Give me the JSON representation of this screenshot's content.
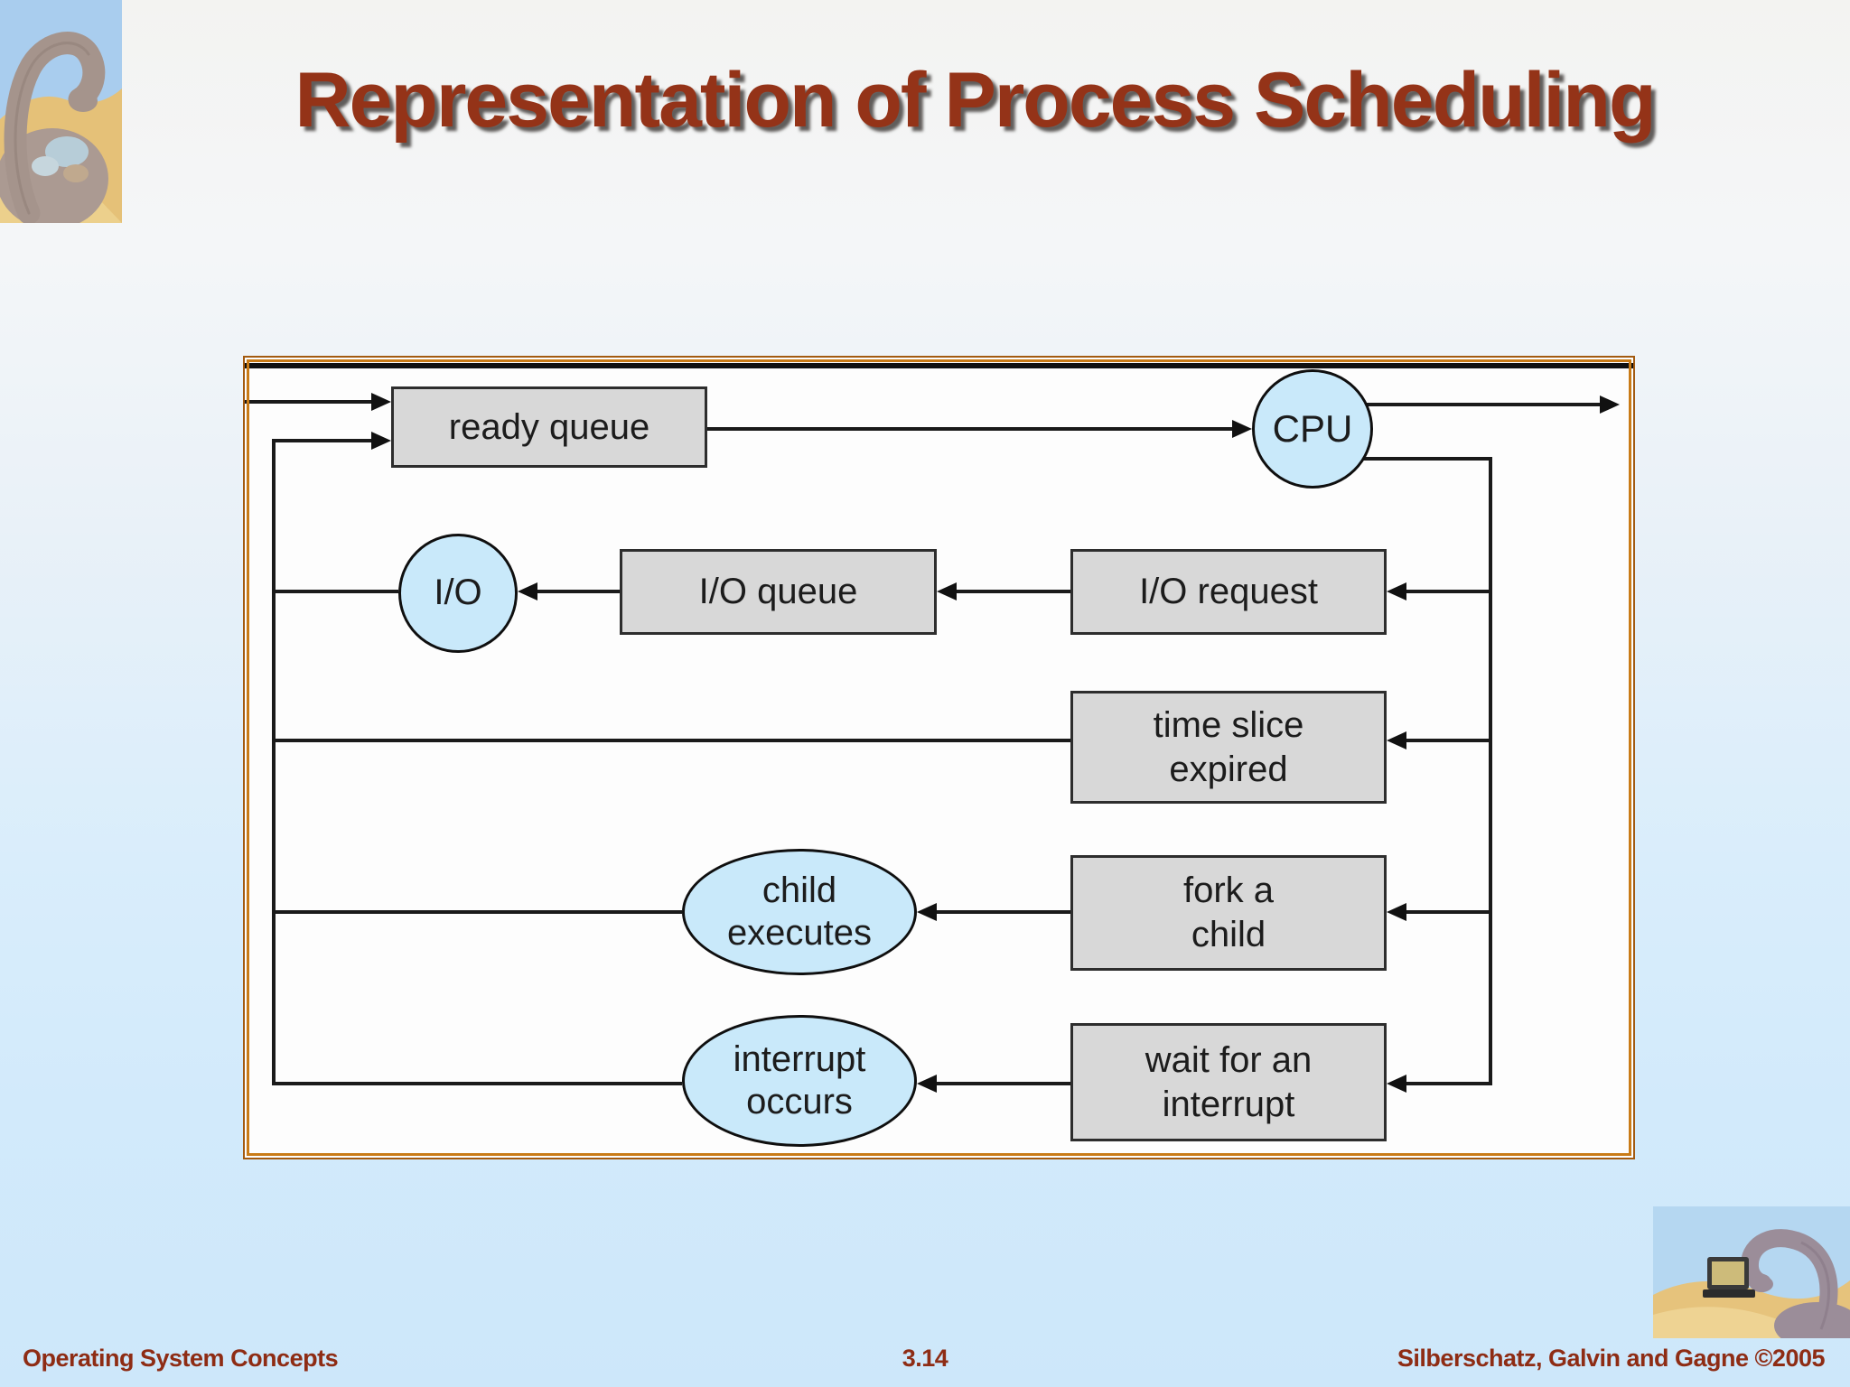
{
  "slide": {
    "title": "Representation of Process Scheduling",
    "footer_left": "Operating System Concepts",
    "page_number": "3.14",
    "footer_right": "Silberschatz, Galvin and Gagne ©2005"
  },
  "colors": {
    "title_red": "#943318",
    "figure_border_orange": "#c97b17",
    "queue_box_gray": "#d8d8d8",
    "resource_node_blue": "#c9e9fa",
    "line_black": "#1a1a1a",
    "background_bottom_blue": "#cde7fa"
  },
  "diagram": {
    "ready_queue": "ready queue",
    "cpu": "CPU",
    "io": "I/O",
    "io_queue": "I/O queue",
    "io_request": "I/O request",
    "time_slice": {
      "line1": "time slice",
      "line2": "expired"
    },
    "fork": {
      "line1": "fork a",
      "line2": "child"
    },
    "child_executes": {
      "line1": "child",
      "line2": "executes"
    },
    "interrupt_occurs": {
      "line1": "interrupt",
      "line2": "occurs"
    },
    "wait_interrupt": {
      "line1": "wait for an",
      "line2": "interrupt"
    }
  }
}
